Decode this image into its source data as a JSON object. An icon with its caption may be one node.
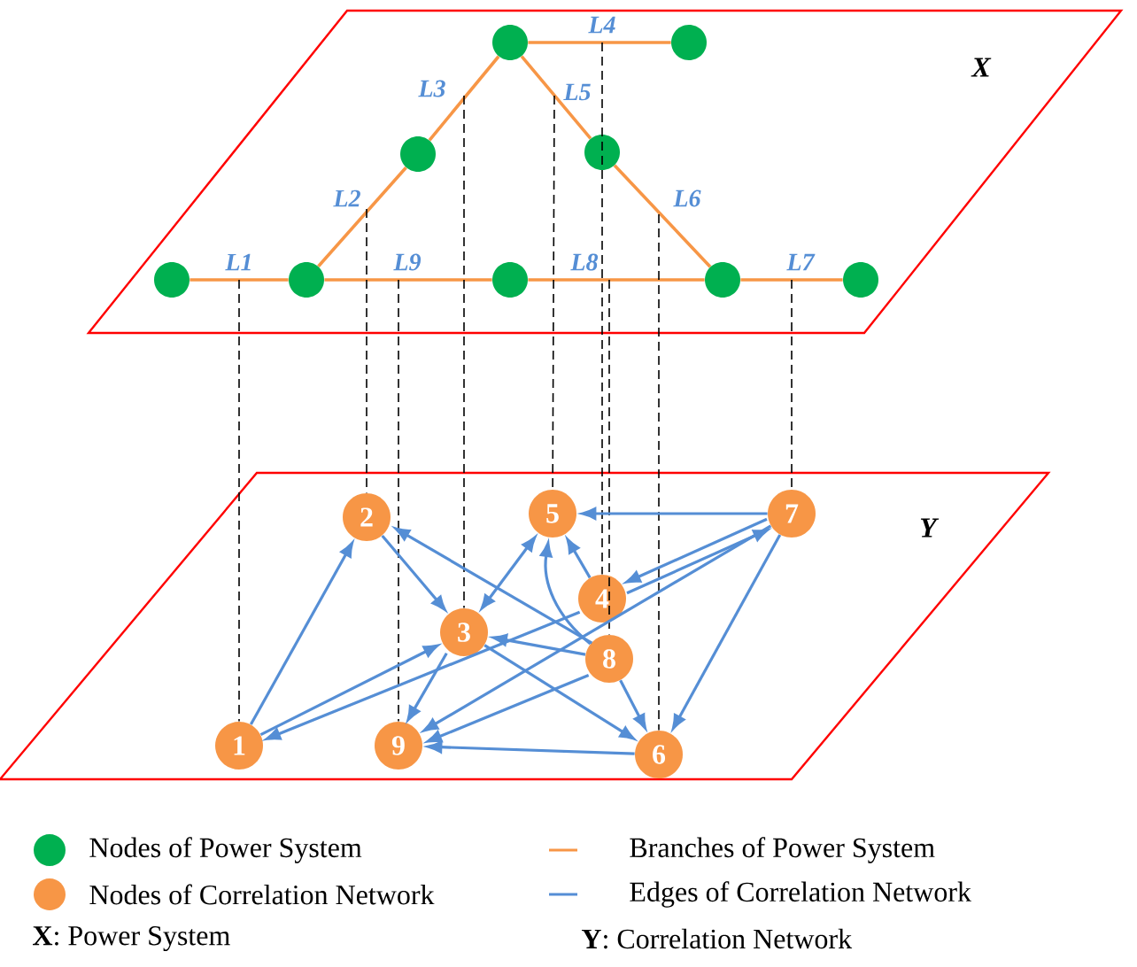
{
  "diagram": {
    "nodes": [
      {
        "text": [
          "X"
        ]
      },
      {
        "text": [],
        "shape": "circle",
        "in": 0
      },
      {
        "text": [],
        "shape": "circle",
        "in": 0
      },
      {
        "text": [],
        "shape": "circle",
        "in": 0
      },
      {
        "text": [],
        "shape": "circle",
        "in": 0
      },
      {
        "text": [],
        "shape": "circle",
        "in": 0
      },
      {
        "text": [],
        "shape": "circle",
        "in": 0
      },
      {
        "text": [],
        "shape": "circle",
        "in": 0
      },
      {
        "text": [],
        "shape": "circle",
        "in": 0
      },
      {
        "text": [],
        "shape": "circle",
        "in": 0
      },
      {
        "text": [
          "Y"
        ]
      },
      {
        "text": [
          "1"
        ],
        "in": 10
      },
      {
        "text": [
          "2"
        ],
        "in": 10
      },
      {
        "text": [
          "3"
        ],
        "in": 10
      },
      {
        "text": [
          "4"
        ],
        "in": 10
      },
      {
        "text": [
          "5"
        ],
        "in": 10
      },
      {
        "text": [
          "6"
        ],
        "in": 10
      },
      {
        "text": [
          "7"
        ],
        "in": 10
      },
      {
        "text": [
          "8"
        ],
        "in": 10
      },
      {
        "text": [
          "9"
        ],
        "in": 10
      }
    ],
    "edges": [
      {
        "from": 5,
        "to": 6,
        "arrow": "none",
        "label": "L1",
        "color": "#f79646"
      },
      {
        "from": 6,
        "to": 3,
        "arrow": "none",
        "label": "L2",
        "color": "#f79646"
      },
      {
        "from": 3,
        "to": 1,
        "arrow": "none",
        "label": "L3",
        "color": "#f79646"
      },
      {
        "from": 1,
        "to": 2,
        "arrow": "none",
        "label": "L4",
        "color": "#f79646"
      },
      {
        "from": 1,
        "to": 4,
        "arrow": "none",
        "label": "L5",
        "color": "#f79646"
      },
      {
        "from": 4,
        "to": 8,
        "arrow": "none",
        "label": "L6",
        "color": "#f79646"
      },
      {
        "from": 8,
        "to": 9,
        "arrow": "none",
        "label": "L7",
        "color": "#f79646"
      },
      {
        "from": 7,
        "to": 8,
        "arrow": "none",
        "label": "L8",
        "color": "#f79646"
      },
      {
        "from": 6,
        "to": 7,
        "arrow": "none",
        "label": "L9",
        "color": "#f79646"
      },
      {
        "from": null,
        "to": 11,
        "arrow": "none",
        "style": "dashed",
        "color": "#000000"
      },
      {
        "from": null,
        "to": 12,
        "arrow": "none",
        "style": "dashed",
        "color": "#000000"
      },
      {
        "from": null,
        "to": 13,
        "arrow": "none",
        "style": "dashed",
        "color": "#000000"
      },
      {
        "from": null,
        "to": 14,
        "arrow": "none",
        "style": "dashed",
        "color": "#000000"
      },
      {
        "from": null,
        "to": 15,
        "arrow": "none",
        "style": "dashed",
        "color": "#000000"
      },
      {
        "from": null,
        "to": 16,
        "arrow": "none",
        "style": "dashed",
        "color": "#000000"
      },
      {
        "from": null,
        "to": 17,
        "arrow": "none",
        "style": "dashed",
        "color": "#000000"
      },
      {
        "from": null,
        "to": 18,
        "arrow": "none",
        "style": "dashed",
        "color": "#000000"
      },
      {
        "from": null,
        "to": 19,
        "arrow": "none",
        "style": "dashed",
        "color": "#000000"
      },
      {
        "from": 11,
        "to": 12,
        "arrow": "to"
      },
      {
        "from": 11,
        "to": 13,
        "arrow": "to"
      },
      {
        "from": 14,
        "to": 11,
        "arrow": "to"
      },
      {
        "from": 12,
        "to": 13,
        "arrow": "to"
      },
      {
        "from": 18,
        "to": 12,
        "arrow": "to"
      },
      {
        "from": 17,
        "to": 15,
        "arrow": "to"
      },
      {
        "from": 13,
        "to": 15,
        "arrow": "both"
      },
      {
        "from": 14,
        "to": 15,
        "arrow": "to"
      },
      {
        "from": 18,
        "to": 15,
        "arrow": "to"
      },
      {
        "from": 14,
        "to": 17,
        "arrow": "to"
      },
      {
        "from": 17,
        "to": 14,
        "arrow": "to"
      },
      {
        "from": 17,
        "to": 19,
        "arrow": "to"
      },
      {
        "from": 17,
        "to": 16,
        "arrow": "to"
      },
      {
        "from": 13,
        "to": 19,
        "arrow": "to"
      },
      {
        "from": 13,
        "to": 16,
        "arrow": "to"
      },
      {
        "from": 18,
        "to": 13,
        "arrow": "to"
      },
      {
        "from": 18,
        "to": 19,
        "arrow": "to"
      },
      {
        "from": 16,
        "to": 19,
        "arrow": "to"
      },
      {
        "from": 18,
        "to": 16,
        "arrow": "to"
      }
    ],
    "labels": [
      "**X**: Power System",
      "**Y**: Correlation Network"
    ],
    "legend": [
      {
        "text": "Nodes of Power System",
        "color": "#00b050"
      },
      {
        "text": "Nodes of Correlation Network",
        "color": "#f79646"
      },
      {
        "text": "Branches of Power System"
      },
      {
        "text": "Edges of Correlation Network"
      }
    ]
  }
}
